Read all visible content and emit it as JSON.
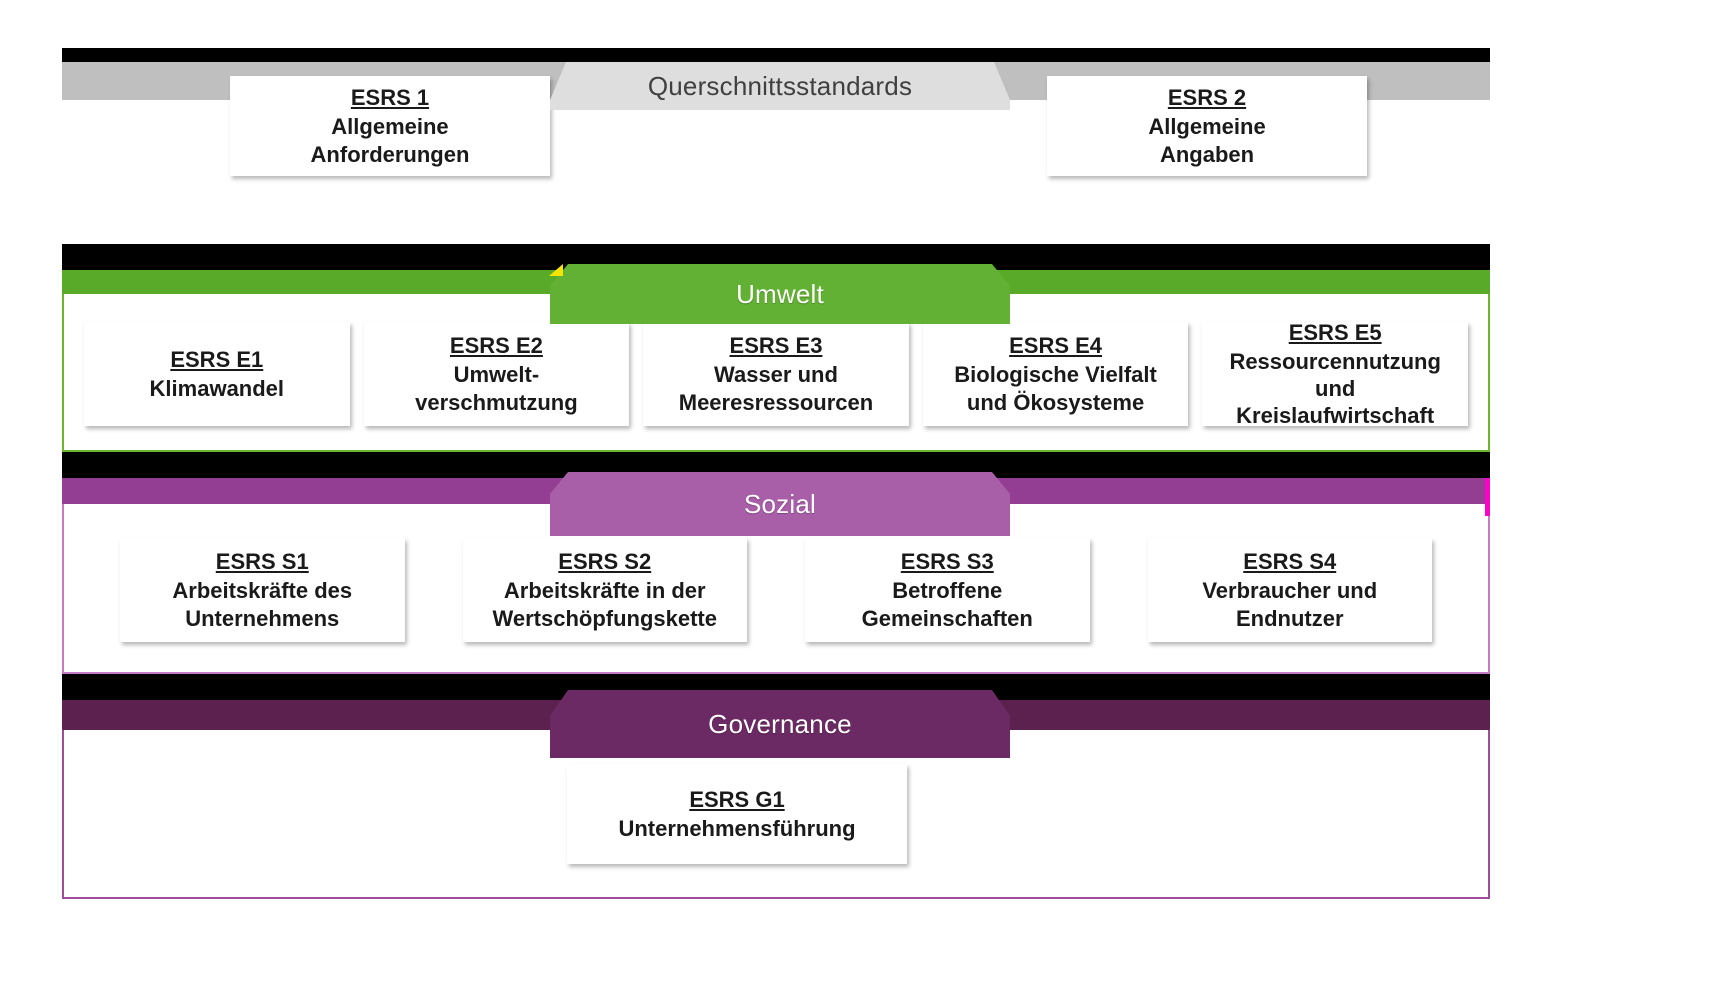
{
  "diagram": {
    "title": "ESRS Standards Structure",
    "colors": {
      "cross_ribbon": "#bfbfbf",
      "cross_banner": "#dedede",
      "env_ribbon": "#5aaa2a",
      "env_banner": "#63b134",
      "env_border": "#6cb52e",
      "soc_ribbon": "#933d93",
      "soc_banner": "#a85fa8",
      "soc_border": "#c77bc7",
      "gov_ribbon": "#5d2150",
      "gov_banner": "#6b2a63",
      "gov_border": "#a14c9a",
      "frame": "#000000",
      "artifact_yellow": "#f5e400",
      "artifact_magenta": "#ff00c8"
    }
  },
  "sections": {
    "cross": {
      "banner_label": "Querschnittsstandards",
      "cards": [
        {
          "code": "ESRS 1",
          "desc": "Allgemeine\nAnforderungen"
        },
        {
          "code": "ESRS 2",
          "desc": "Allgemeine\nAngaben"
        }
      ]
    },
    "environment": {
      "banner_label": "Umwelt",
      "cards": [
        {
          "code": "ESRS E1",
          "desc": "Klimawandel"
        },
        {
          "code": "ESRS E2",
          "desc": "Umwelt-\nverschmutzung"
        },
        {
          "code": "ESRS E3",
          "desc": "Wasser und\nMeeresressourcen"
        },
        {
          "code": "ESRS E4",
          "desc": "Biologische Vielfalt\nund Ökosysteme"
        },
        {
          "code": "ESRS E5",
          "desc": "Ressourcennutzung und\nKreislaufwirtschaft"
        }
      ]
    },
    "social": {
      "banner_label": "Sozial",
      "cards": [
        {
          "code": "ESRS S1",
          "desc": "Arbeitskräfte des\nUnternehmens"
        },
        {
          "code": "ESRS S2",
          "desc": "Arbeitskräfte in der\nWertschöpfungskette"
        },
        {
          "code": "ESRS S3",
          "desc": "Betroffene\nGemeinschaften"
        },
        {
          "code": "ESRS S4",
          "desc": "Verbraucher und\nEndnutzer"
        }
      ]
    },
    "governance": {
      "banner_label": "Governance",
      "cards": [
        {
          "code": "ESRS G1",
          "desc": "Unternehmensführung"
        }
      ]
    }
  }
}
